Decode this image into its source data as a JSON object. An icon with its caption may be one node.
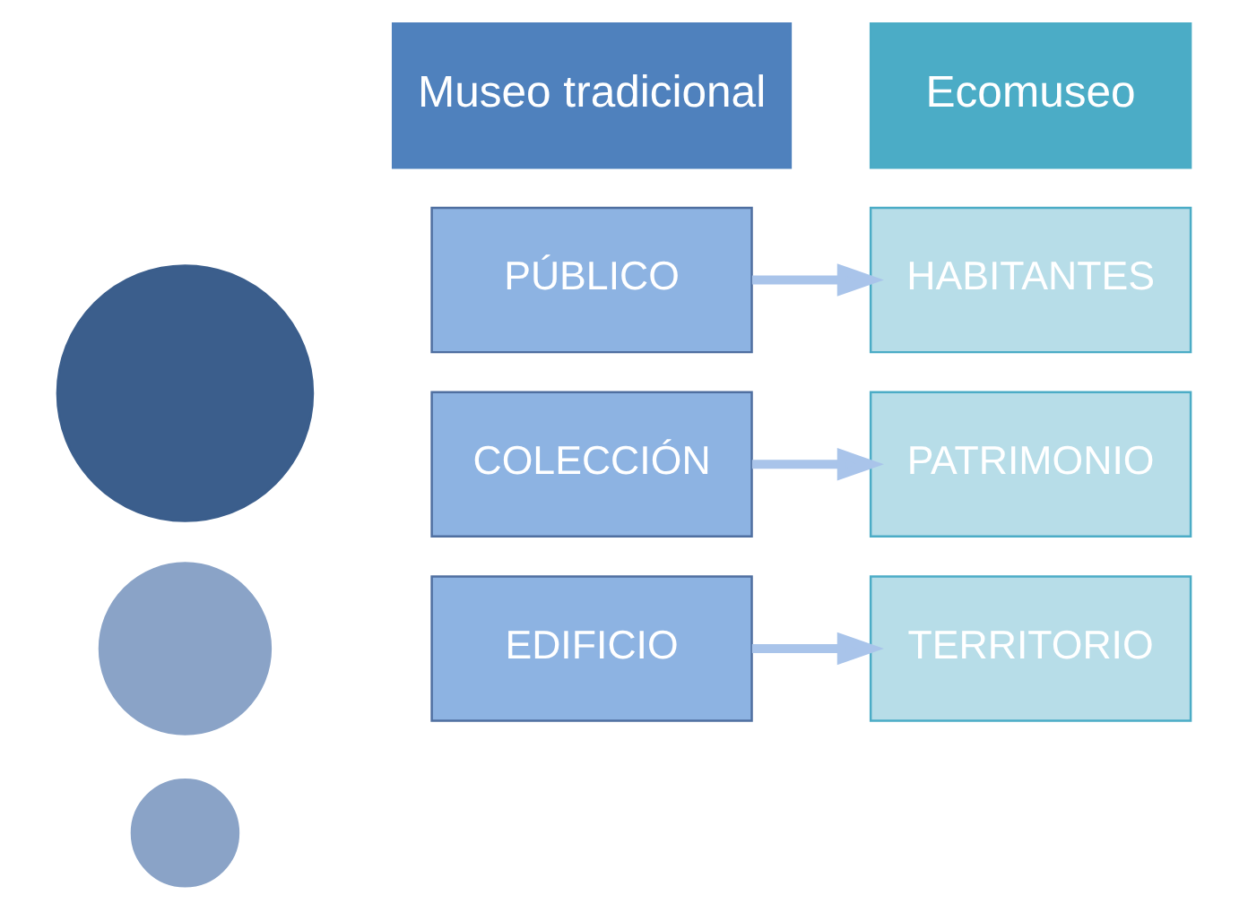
{
  "diagram": {
    "nodes": [
      {
        "text": [],
        "shape": "circle"
      },
      {
        "text": [],
        "shape": "circle"
      },
      {
        "text": [],
        "shape": "circle"
      },
      {
        "text": [
          "EDIFICIO"
        ]
      },
      {
        "text": [
          "TERRITORIO"
        ]
      },
      {
        "text": [
          "COLECCIÓN"
        ]
      },
      {
        "text": [
          "PATRIMONIO"
        ]
      },
      {
        "text": [
          "PÚBLICO"
        ]
      },
      {
        "text": [
          "HABITANTES"
        ]
      },
      {
        "text": [
          "Museo tradicional"
        ]
      },
      {
        "text": [
          "Ecomuseo"
        ]
      }
    ],
    "edges": [
      {
        "from": 3,
        "to": 4,
        "arrow": "to"
      },
      {
        "from": 5,
        "to": 6,
        "arrow": "to"
      },
      {
        "from": 7,
        "to": 8,
        "arrow": "to"
      }
    ]
  }
}
